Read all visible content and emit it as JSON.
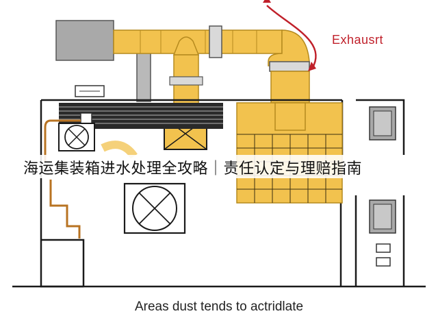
{
  "diagram": {
    "exhaust_label": "Exhausrt",
    "caption": "Areas dust tends to actridlate"
  },
  "overlay": {
    "title": "海运集装箱进水处理全攻略｜责任认定与理赔指南"
  },
  "colors": {
    "duct": "#f2c24e",
    "duct_dark": "#b58a1e",
    "arrow": "#c0202a",
    "wall": "#1a1a1a",
    "equipment": "#a9a9a9",
    "pipe": "#b87322"
  }
}
